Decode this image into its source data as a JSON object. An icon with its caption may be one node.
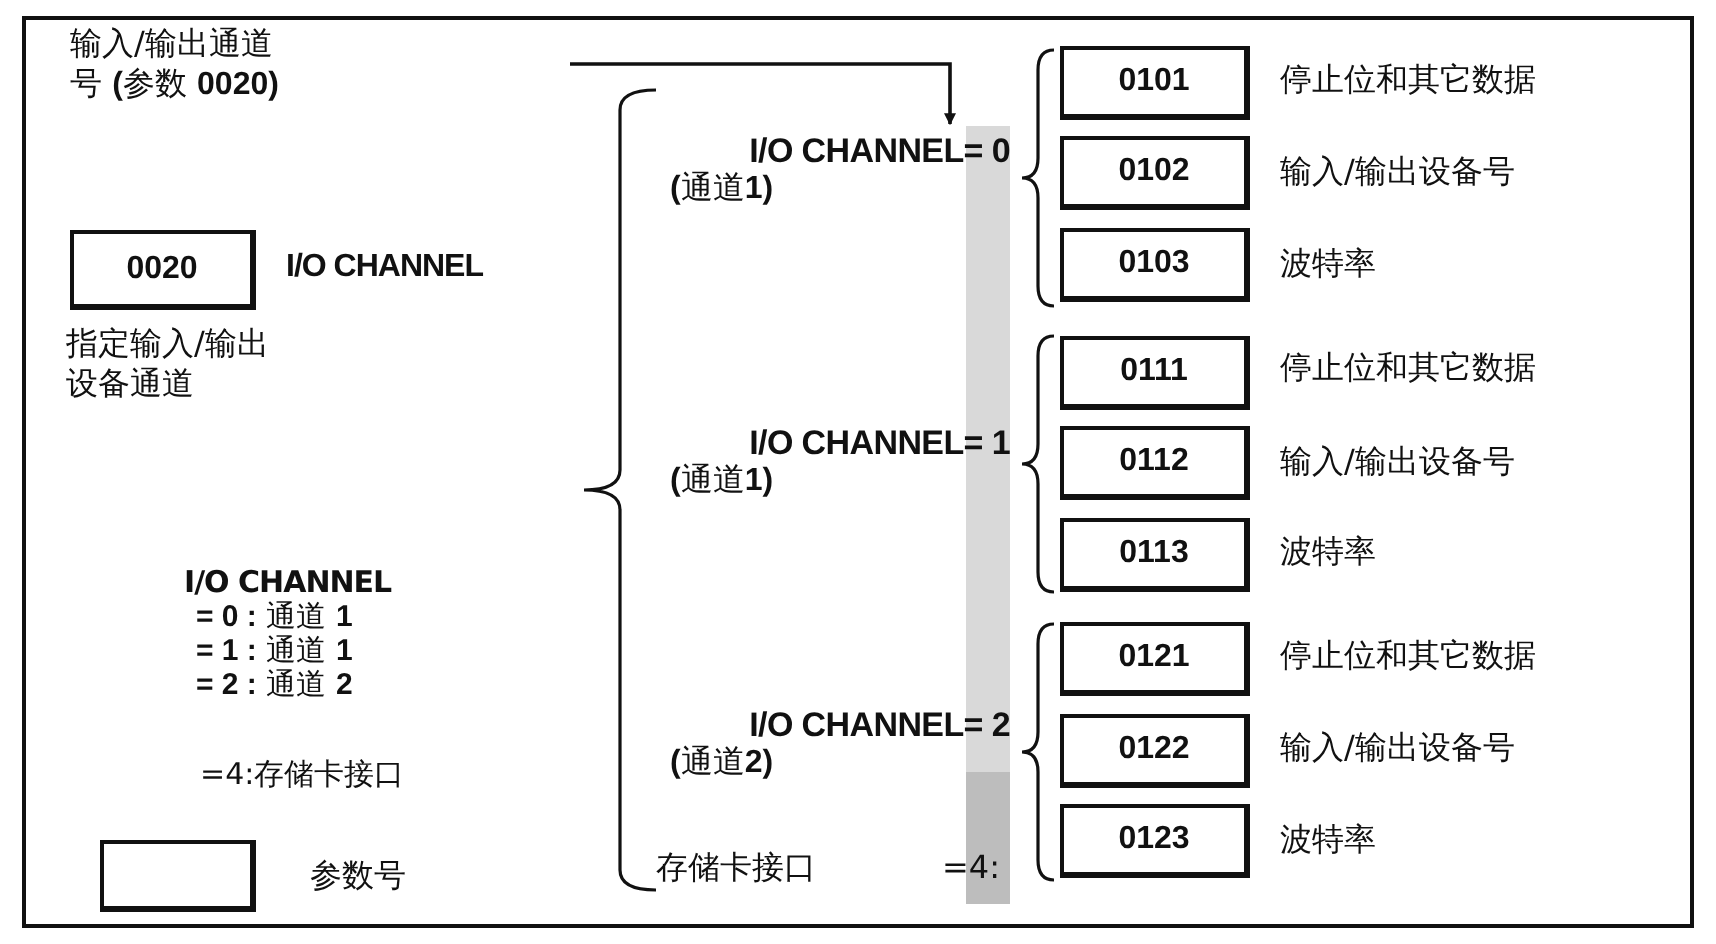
{
  "diagram": {
    "nodes": [
      {
        "text": [
          "0020"
        ],
        "beside": [
          "I/O CHANNEL",
          "指定输入/输出设备通道"
        ]
      },
      {
        "text": [
          "I/O CHANNEL= 0",
          "**(**通道**1)**"
        ]
      },
      {
        "text": [
          "0101"
        ],
        "beside": [
          "停止位和其它数据"
        ]
      },
      {
        "text": [
          "0102"
        ],
        "beside": [
          "输入/输出设备号"
        ]
      },
      {
        "text": [
          "0103"
        ],
        "beside": [
          "波特率"
        ]
      },
      {
        "text": [
          "I/O CHANNEL= 1",
          "**(**通道**1)**"
        ]
      },
      {
        "text": [
          "0111"
        ],
        "beside": [
          "停止位和其它数据"
        ]
      },
      {
        "text": [
          "0112"
        ],
        "beside": [
          "输入/输出设备号"
        ]
      },
      {
        "text": [
          "0113"
        ],
        "beside": [
          "波特率"
        ]
      },
      {
        "text": [
          "I/O CHANNEL= 2",
          "**(**通道**2)**"
        ]
      },
      {
        "text": [
          "0121"
        ],
        "beside": [
          "停止位和其它数据"
        ]
      },
      {
        "text": [
          "0122"
        ],
        "beside": [
          "输入/输出设备号"
        ]
      },
      {
        "text": [
          "0123"
        ],
        "beside": [
          "波特率"
        ]
      },
      {
        "text": [],
        "shape": "box",
        "beside": [
          "参数号"
        ]
      },
      {
        "text": [],
        "shape": "bar"
      }
    ],
    "edges": [
      {
        "from": null,
        "to": 14,
        "arrow": "to"
      }
    ],
    "labels": [
      "输入/输出通道号 **(**参数 **0020)**",
      "I/O CHANNEL",
      "**= 0 :** 通道 **1**",
      "**= 1 :** 通道 **1**",
      "**= 2 :** 通道 **2**",
      "=4:存储卡接口",
      "存储卡接口",
      "=4:"
    ]
  }
}
